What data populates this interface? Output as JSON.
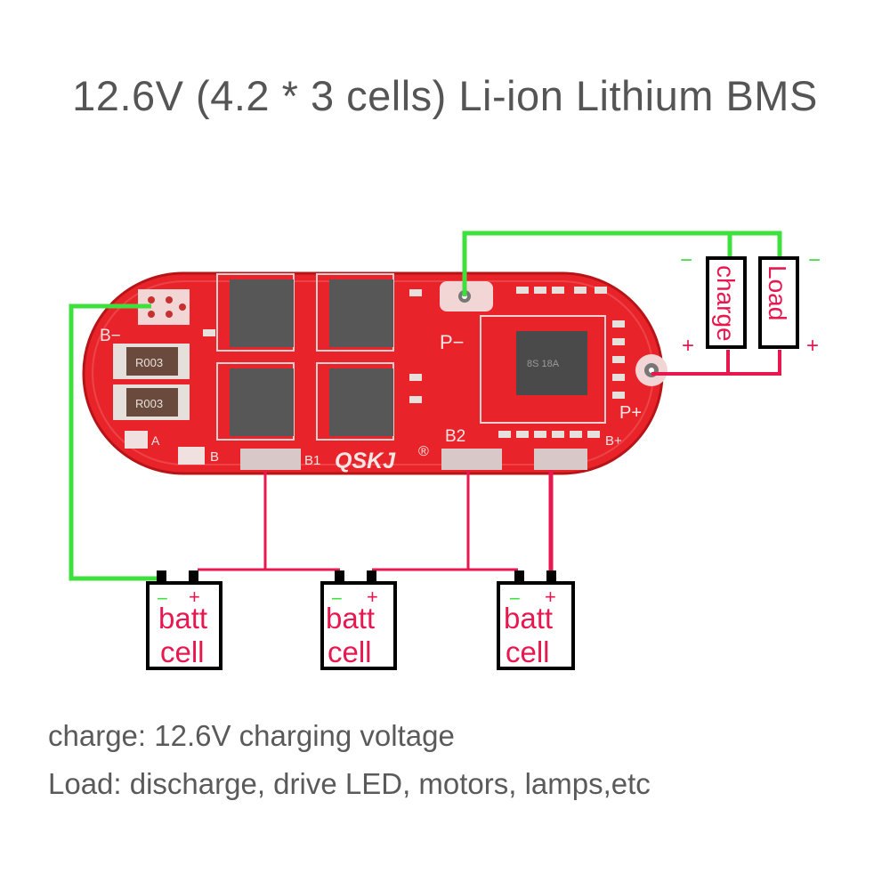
{
  "title": "12.6V (4.2 * 3 cells) Li-ion Lithium BMS",
  "board": {
    "brand": "QSKJ",
    "registered_mark": "®",
    "labels": {
      "b_minus": "B−",
      "p_minus": "P−",
      "p_plus": "P+",
      "b_plus": "B+",
      "b1": "B1",
      "b2": "B2",
      "b": "B",
      "a": "A"
    },
    "resistors": [
      "R003",
      "R003"
    ],
    "ic_text": "8S 18A"
  },
  "external": {
    "charge_label": "charge",
    "load_label": "Load",
    "minus_sign": "−",
    "plus_sign": "+"
  },
  "cells": [
    {
      "line1": "batt",
      "line2": "cell",
      "minus": "−",
      "plus": "+"
    },
    {
      "line1": "batt",
      "line2": "cell",
      "minus": "−",
      "plus": "+"
    },
    {
      "line1": "batt",
      "line2": "cell",
      "minus": "−",
      "plus": "+"
    }
  ],
  "notes": {
    "charge": "charge: 12.6V charging voltage",
    "load": "Load: discharge, drive LED, motors, lamps,etc"
  },
  "colors": {
    "wire_negative": "#3ee03e",
    "wire_positive": "#e8184f",
    "pcb": "#e8242a",
    "mosfet": "#555555",
    "text_pink": "#e8184f"
  }
}
